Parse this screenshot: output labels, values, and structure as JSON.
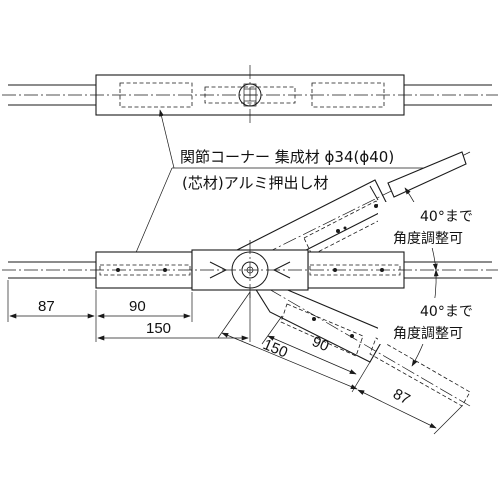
{
  "labels": {
    "callout_line1": "関節コーナー 集成材 ϕ34(ϕ40)",
    "callout_line2": "(芯材)アルミ押出し材",
    "angle_upper_a": "40°まで",
    "angle_upper_b": "角度調整可",
    "angle_lower_a": "40°まで",
    "angle_lower_b": "角度調整可"
  },
  "dimensions": {
    "d87_left": "87",
    "d90_left": "90",
    "d150_left": "150",
    "d150_diag": "150",
    "d90_diag": "90",
    "d87_diag": "87"
  }
}
